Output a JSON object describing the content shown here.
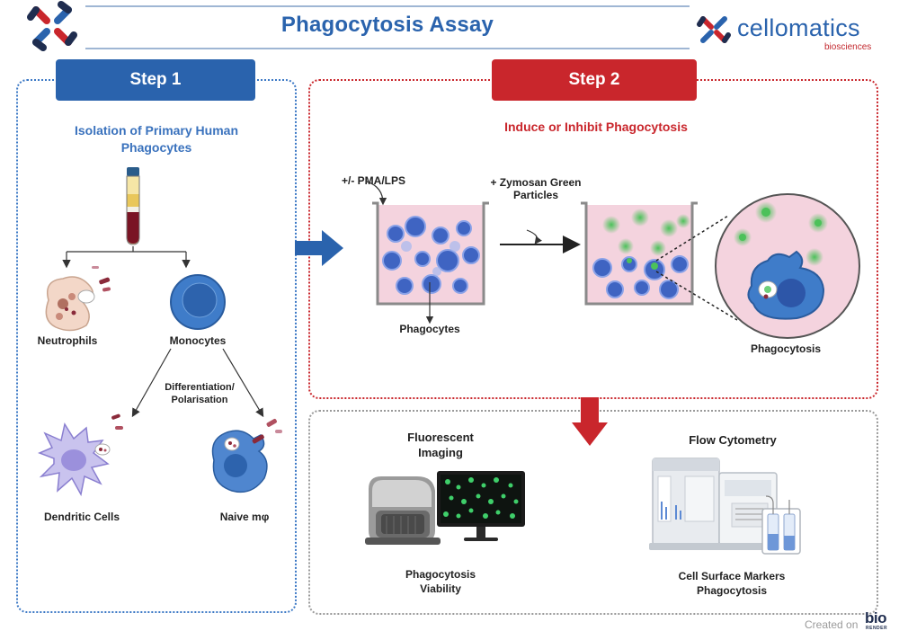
{
  "header": {
    "title": "Phagocytosis Assay",
    "brand_name": "cellomatics",
    "brand_sub": "biosciences"
  },
  "step1": {
    "button_label": "Step 1",
    "subtitle_line1": "Isolation of Primary Human",
    "subtitle_line2": "Phagocytes",
    "neutrophils": "Neutrophils",
    "monocytes": "Monocytes",
    "differentiation_line1": "Differentiation/",
    "differentiation_line2": "Polarisation",
    "dendritic": "Dendritic Cells",
    "naive": "Naive mφ"
  },
  "step2": {
    "button_label": "Step 2",
    "subtitle": "Induce or Inhibit Phagocytosis",
    "pma_label": "+/- PMA/LPS",
    "zymosan_line1": "+ Zymosan Green",
    "zymosan_line2": "Particles",
    "phagocytes": "Phagocytes",
    "phagocytosis": "Phagocytosis"
  },
  "readout": {
    "imaging_line1": "Fluorescent",
    "imaging_line2": "Imaging",
    "imaging_out1": "Phagocytosis",
    "imaging_out2": "Viability",
    "flow_title": "Flow Cytometry",
    "flow_out1": "Cell Surface Markers",
    "flow_out2": "Phagocytosis"
  },
  "footer": {
    "created_on": "Created on",
    "bio": "bio",
    "render": "RENDER"
  },
  "colors": {
    "brand_blue": "#2a63ad",
    "brand_red": "#c9262c",
    "cell_pink": "#f3d6e0",
    "particle_green": "#4cc15a"
  },
  "icons": [
    "cellomatics-logo-icon",
    "blood-tube-icon",
    "arrow-right-icon",
    "arrow-down-icon",
    "microscope-icon",
    "monitor-icon",
    "flow-cytometer-icon"
  ]
}
